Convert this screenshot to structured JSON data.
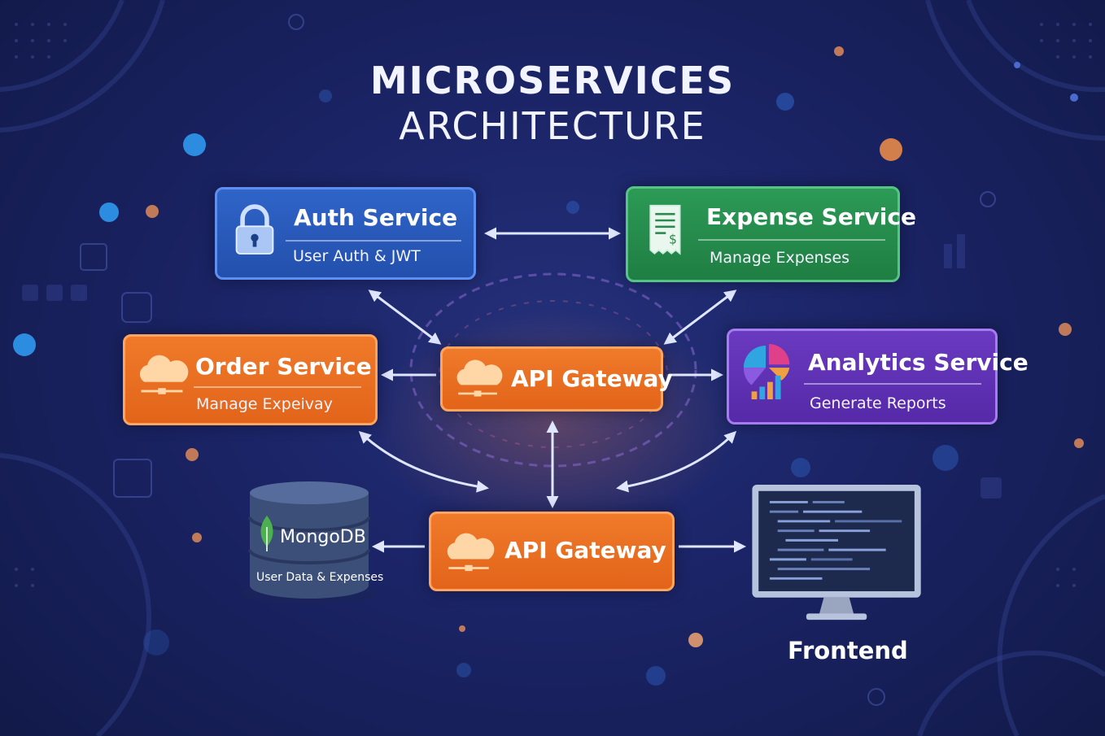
{
  "title": {
    "line1": "MICROSERVICES",
    "line2": "ARCHITECTURE"
  },
  "colors": {
    "auth": "#2f64c8",
    "expense": "#2c9a56",
    "gateway": "#f07a2a",
    "analytics": "#6a3ac0",
    "background": "#1b2466"
  },
  "nodes": {
    "auth": {
      "name": "Auth Service",
      "subtitle": "User Auth & JWT",
      "icon": "lock-icon"
    },
    "expense": {
      "name": "Expense Service",
      "subtitle": "Manage Expenses",
      "icon": "receipt-icon"
    },
    "order": {
      "name": "Order Service",
      "subtitle": "Manage Expeivay",
      "icon": "cloud-icon"
    },
    "gateway_top": {
      "name": "API Gateway",
      "icon": "cloud-icon"
    },
    "analytics": {
      "name": "Analytics Service",
      "subtitle": "Generate Reports",
      "icon": "pie-chart-icon"
    },
    "mongodb": {
      "name": "MongoDB",
      "subtitle": "User Data & Expenses",
      "icon": "database-icon"
    },
    "gateway_bottom": {
      "name": "API Gateway",
      "icon": "cloud-icon"
    },
    "frontend": {
      "name": "Frontend",
      "icon": "monitor-icon"
    }
  }
}
